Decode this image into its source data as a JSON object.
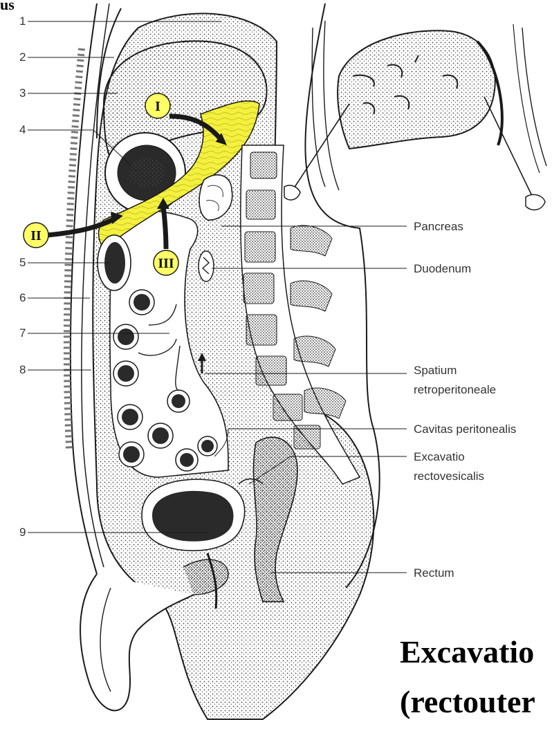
{
  "corner_text": "us",
  "numbers": [
    "1",
    "2",
    "3",
    "4",
    "5",
    "6",
    "7",
    "8",
    "9"
  ],
  "markers": [
    "I",
    "II",
    "III"
  ],
  "labels": {
    "pancreas": "Pancreas",
    "duodenum": "Duodenum",
    "spatium_1": "Spatium",
    "spatium_2": "retroperitoneale",
    "cavitas": "Cavitas peritonealis",
    "excavatio_1": "Excavatio",
    "excavatio_2": "rectovesicalis",
    "rectum": "Rectum"
  },
  "caption": {
    "line1": "Excavatio",
    "line2": "(rectouter"
  },
  "colors": {
    "highlight": "#f3f040",
    "marker_fill": "#ffff66",
    "line": "#1a1a1a"
  }
}
